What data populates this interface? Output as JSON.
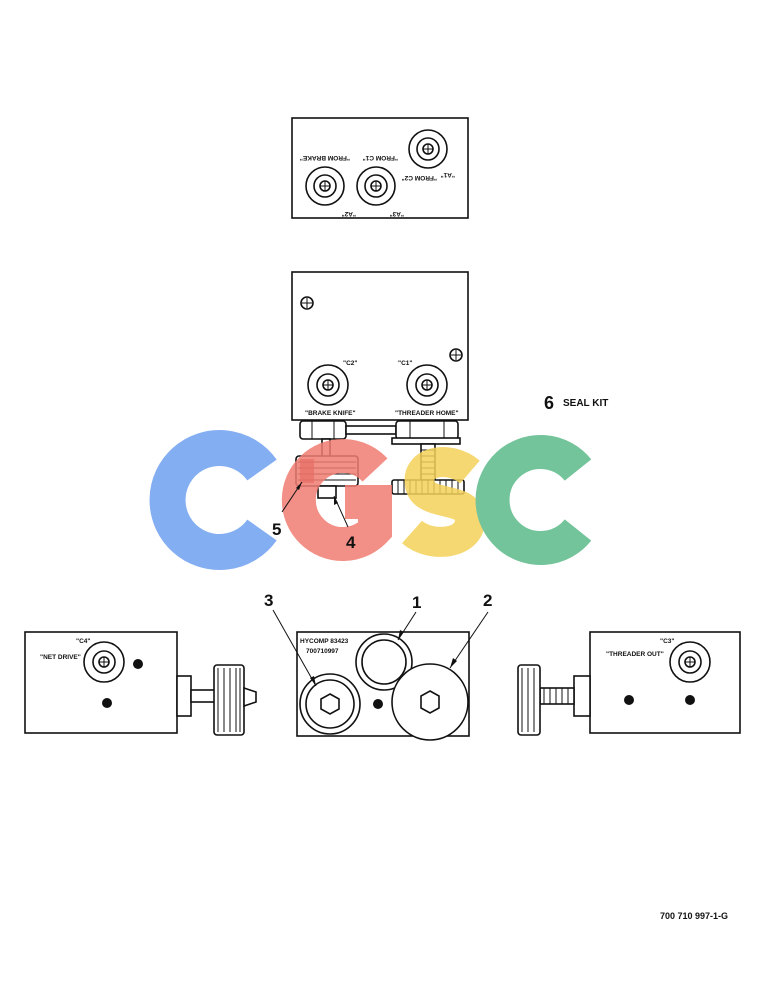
{
  "top_block": {
    "labels": [
      "\"FROM BRAKE\"",
      "\"FROM C1\"",
      "\"FROM C2\"",
      "\"A2\"",
      "\"A3\"",
      "\"A1\""
    ]
  },
  "middle_block": {
    "port_c2": "\"C2\"",
    "port_c1": "\"C1\"",
    "brake_knife": "\"BRAKE KNIFE\"",
    "threader_home": "\"THREADER HOME\""
  },
  "left_block": {
    "port_c4": "\"C4\"",
    "net_drive": "\"NET DRIVE\""
  },
  "right_block": {
    "port_c3": "\"C3\"",
    "threader_out": "\"THREADER OUT\""
  },
  "center_block": {
    "part_line1": "HYCOMP 83423",
    "part_line2": "700710997"
  },
  "callouts": {
    "item_1": "1",
    "item_2": "2",
    "item_3": "3",
    "item_4": "4",
    "item_5": "5",
    "item_6": "6",
    "item_6_text": "SEAL KIT"
  },
  "watermark": {
    "text": "CGSC",
    "colors": [
      "#6ea0f0",
      "#f07c72",
      "#f5d25a",
      "#5bb98a"
    ]
  },
  "figure_code": "700 710 997-1-G"
}
